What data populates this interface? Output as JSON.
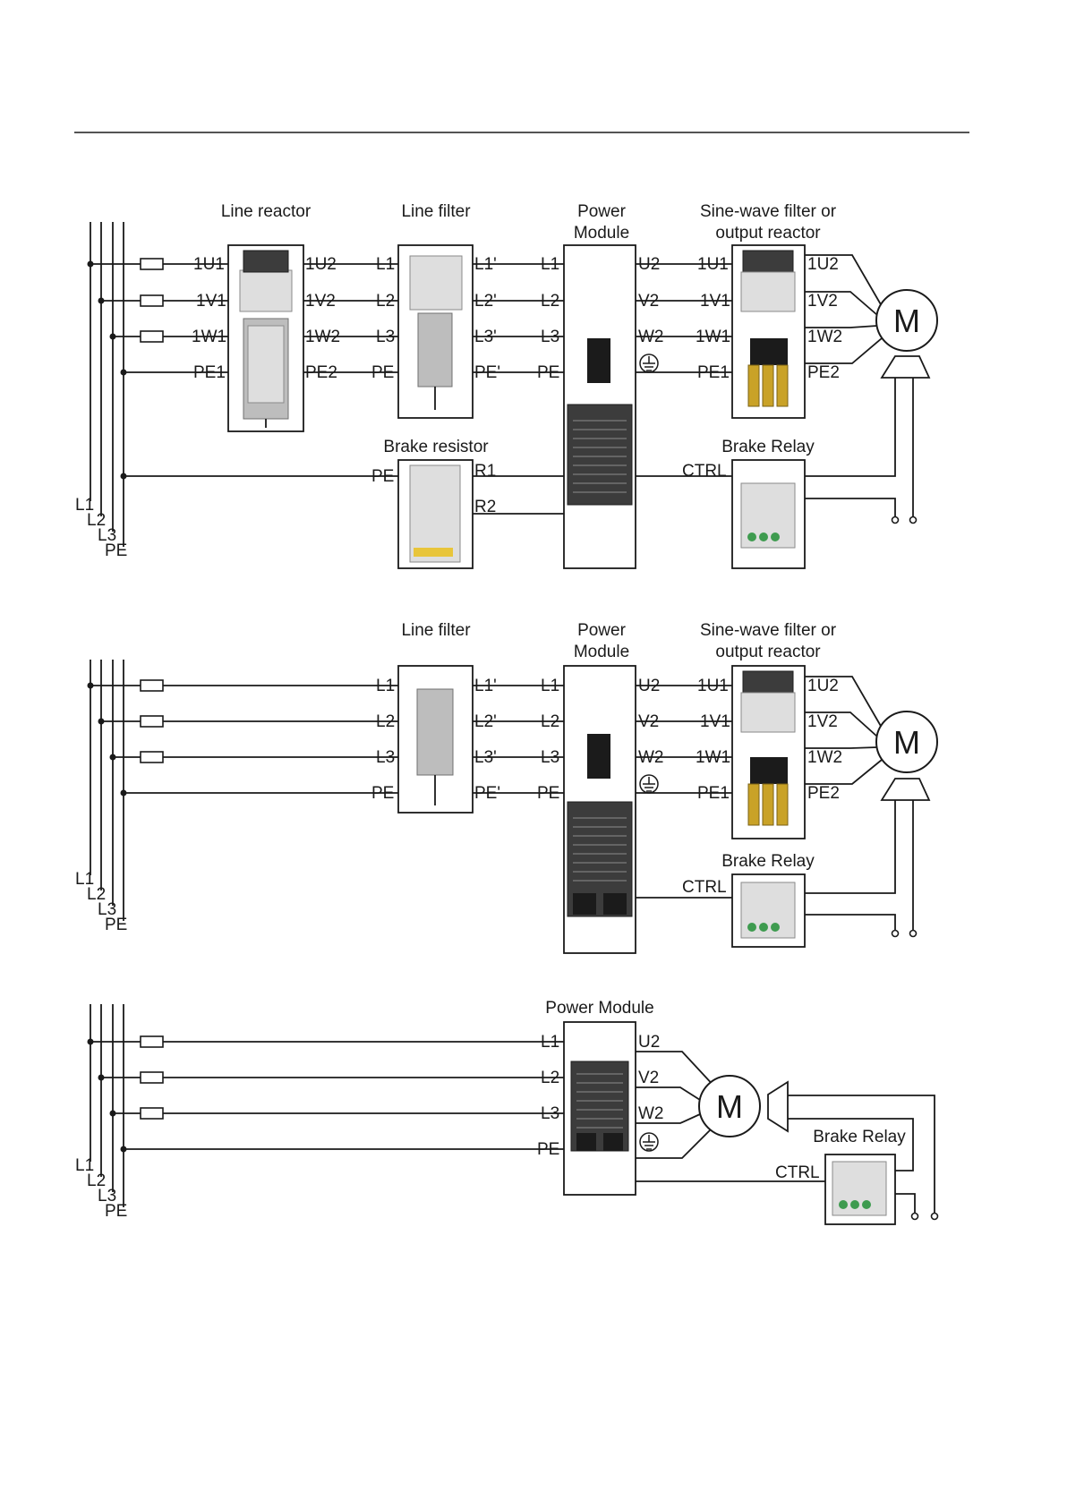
{
  "diagrams": [
    {
      "supply_labels": [
        "L1",
        "L2",
        "L3",
        "PE"
      ],
      "components": {
        "line_reactor": {
          "title": "Line reactor",
          "in": [
            "1U1",
            "1V1",
            "1W1",
            "PE1"
          ],
          "out": [
            "1U2",
            "1V2",
            "1W2",
            "PE2"
          ]
        },
        "line_filter": {
          "title": "Line filter",
          "in": [
            "L1",
            "L2",
            "L3",
            "PE"
          ],
          "out": [
            "L1'",
            "L2'",
            "L3'",
            "PE'"
          ]
        },
        "power_module": {
          "title_line1": "Power",
          "title_line2": "Module",
          "in": [
            "L1",
            "L2",
            "L3",
            "PE"
          ],
          "out": [
            "U2",
            "V2",
            "W2"
          ]
        },
        "output_filter": {
          "title_line1": "Sine-wave filter or",
          "title_line2": "output reactor",
          "in": [
            "1U1",
            "1V1",
            "1W1",
            "PE1"
          ],
          "out": [
            "1U2",
            "1V2",
            "1W2",
            "PE2"
          ]
        },
        "brake_resistor": {
          "title": "Brake resistor",
          "pe": "PE",
          "r1": "R1",
          "r2": "R2"
        },
        "brake_relay": {
          "title": "Brake Relay",
          "ctrl": "CTRL"
        },
        "motor": {
          "label": "M"
        }
      }
    },
    {
      "supply_labels": [
        "L1",
        "L2",
        "L3",
        "PE"
      ],
      "components": {
        "line_filter": {
          "title": "Line filter",
          "in": [
            "L1",
            "L2",
            "L3",
            "PE"
          ],
          "out": [
            "L1'",
            "L2'",
            "L3'",
            "PE'"
          ]
        },
        "power_module": {
          "title_line1": "Power",
          "title_line2": "Module",
          "in": [
            "L1",
            "L2",
            "L3",
            "PE"
          ],
          "out": [
            "U2",
            "V2",
            "W2"
          ]
        },
        "output_filter": {
          "title_line1": "Sine-wave filter or",
          "title_line2": "output reactor",
          "in": [
            "1U1",
            "1V1",
            "1W1",
            "PE1"
          ],
          "out": [
            "1U2",
            "1V2",
            "1W2",
            "PE2"
          ]
        },
        "brake_relay": {
          "title": "Brake Relay",
          "ctrl": "CTRL"
        },
        "motor": {
          "label": "M"
        }
      }
    },
    {
      "supply_labels": [
        "L1",
        "L2",
        "L3",
        "PE"
      ],
      "components": {
        "power_module": {
          "title": "Power Module",
          "in": [
            "L1",
            "L2",
            "L3",
            "PE"
          ],
          "out": [
            "U2",
            "V2",
            "W2"
          ]
        },
        "brake_relay": {
          "title": "Brake Relay",
          "ctrl": "CTRL"
        },
        "motor": {
          "label": "M"
        }
      }
    }
  ]
}
